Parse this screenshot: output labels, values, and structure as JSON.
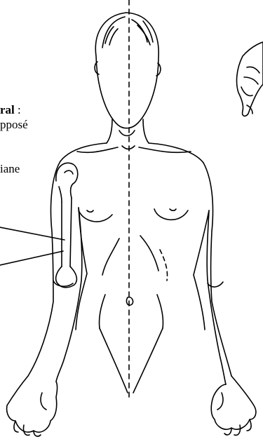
{
  "labels": {
    "line1_bold": "ral",
    "line1_rest": " :",
    "line2": "pposé",
    "line3": "iane"
  },
  "colors": {
    "ink": "#000000",
    "background": "#ffffff"
  }
}
